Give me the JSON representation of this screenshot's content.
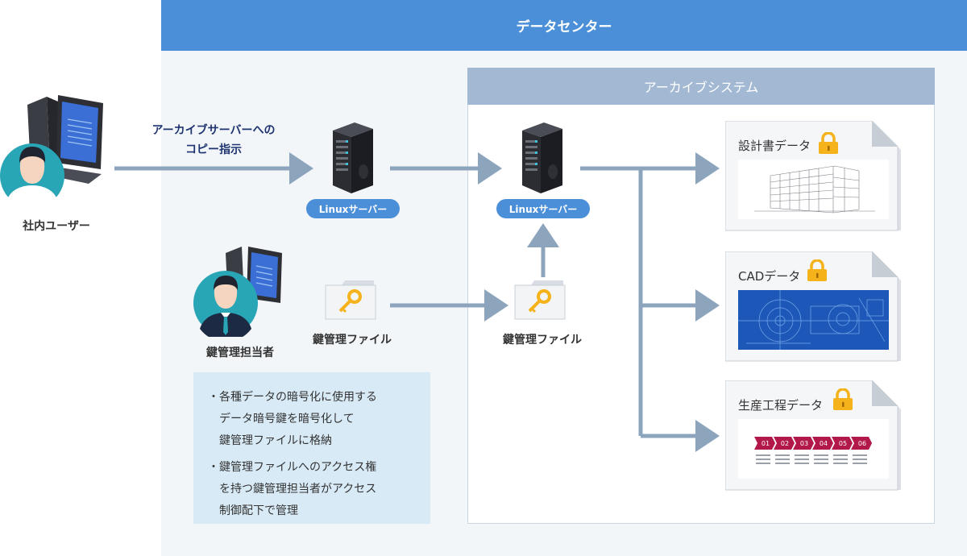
{
  "datacenter": {
    "title": "データセンター"
  },
  "archive": {
    "title": "アーカイブシステム"
  },
  "user": {
    "label": "社内ユーザー"
  },
  "instruction": {
    "line1": "アーカイブサーバーへの",
    "line2": "コピー指示"
  },
  "servers": [
    {
      "label": "Linuxサーバー"
    },
    {
      "label": "Linuxサーバー"
    }
  ],
  "key_manager": {
    "label": "鍵管理担当者"
  },
  "key_files": [
    {
      "label": "鍵管理ファイル"
    },
    {
      "label": "鍵管理ファイル"
    }
  ],
  "notes": [
    {
      "bullet": "・",
      "text": "各種データの暗号化に使用する\nデータ暗号鍵を暗号化して\n鍵管理ファイルに格納"
    },
    {
      "bullet": "・",
      "text": "鍵管理ファイルへのアクセス権\nを持つ鍵管理担当者がアクセス\n制御配下で管理"
    }
  ],
  "data_cards": [
    {
      "title": "設計書データ",
      "icon": "lock-icon"
    },
    {
      "title": "CADデータ",
      "icon": "lock-icon"
    },
    {
      "title": "生産工程データ",
      "icon": "lock-icon",
      "steps": [
        "01",
        "02",
        "03",
        "04",
        "05",
        "06"
      ]
    }
  ],
  "colors": {
    "header_blue": "#4a8fd8",
    "archive_header": "#a3b9d3",
    "arrow": "#8ca5bd",
    "note_bg": "#d8eaf6",
    "lock": "#f5b21a",
    "process": "#b2194a"
  }
}
